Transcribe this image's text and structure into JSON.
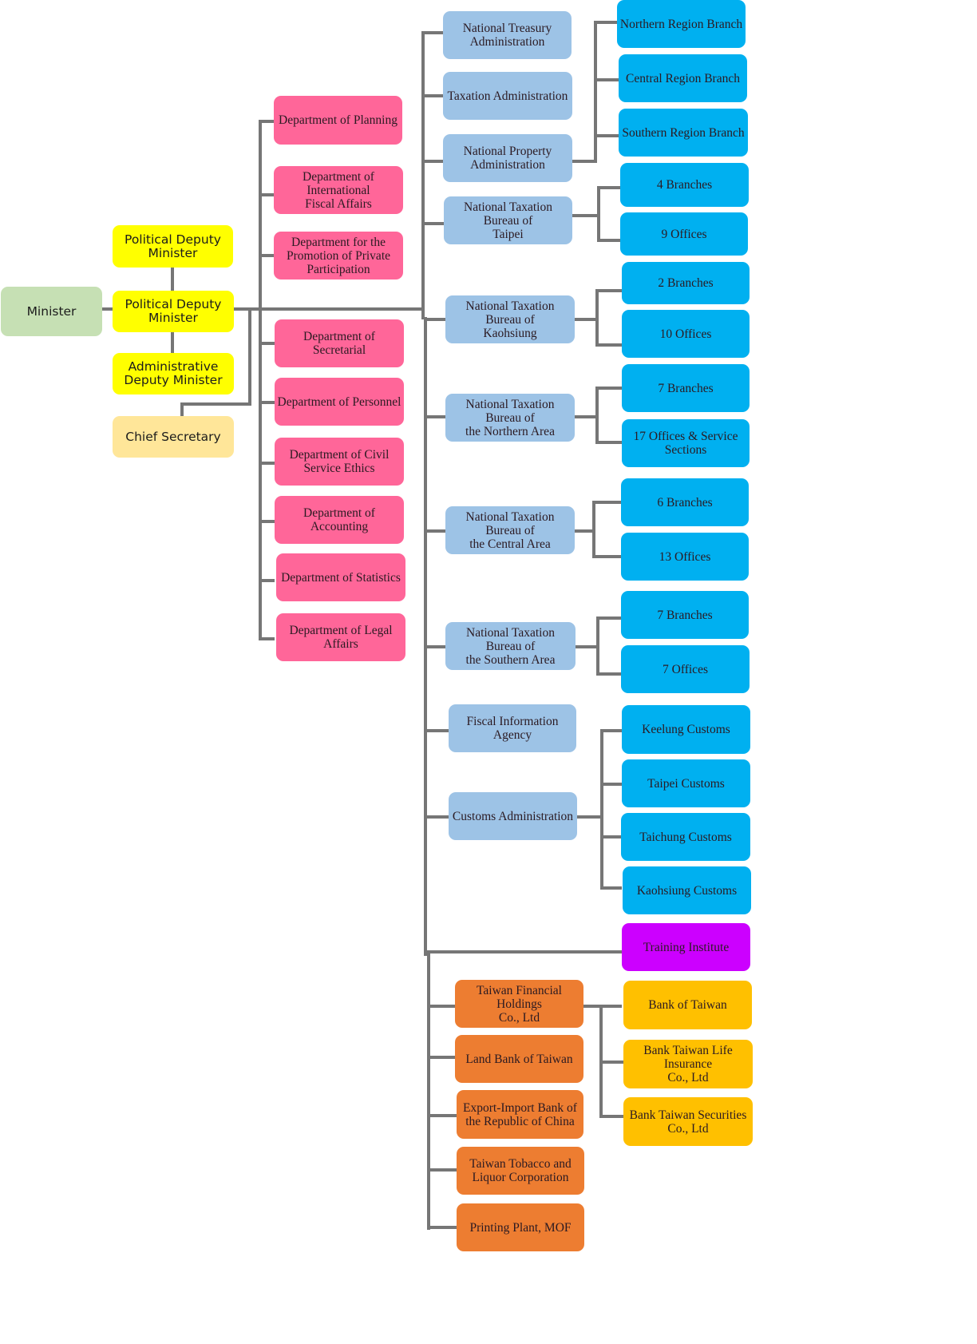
{
  "colors": {
    "connector": "#767676",
    "minister": "#c6e0b4",
    "deputy": "#ffff00",
    "chief_secretary": "#ffe699",
    "department": "#ff6699",
    "agency": "#9dc3e6",
    "sub_unit": "#00b0f0",
    "training": "#cc00ff",
    "enterprise": "#ed7d31",
    "subsidiary": "#ffc000"
  },
  "leadership": {
    "minister": "Minister",
    "political_deputy_1": "Political Deputy\nMinister",
    "political_deputy_2": "Political Deputy\nMinister",
    "administrative_deputy": "Administrative\nDeputy Minister",
    "chief_secretary": "Chief Secretary"
  },
  "departments": [
    "Department of Planning",
    "Department of\nInternational\nFiscal Affairs",
    "Department for the\nPromotion of Private\nParticipation",
    "Department of\nSecretarial",
    "Department of Personnel",
    "Department of Civil\nService Ethics",
    "Department of\nAccounting",
    "Department of Statistics",
    "Department of Legal\nAffairs"
  ],
  "agencies": {
    "treasury": "National Treasury\nAdministration",
    "taxation": "Taxation Administration",
    "property": "National Property\nAdministration",
    "taipei": "National Taxation\nBureau of\nTaipei",
    "kaohsiung": "National Taxation\nBureau of\nKaohsiung",
    "northern": "National Taxation\nBureau of\nthe Northern Area",
    "central": "National Taxation\nBureau of\nthe Central Area",
    "southern": "National Taxation\nBureau of\nthe Southern Area",
    "fiscal_info": "Fiscal Information\nAgency",
    "customs": "Customs Administration"
  },
  "sub_units": {
    "property_branches": [
      "Northern Region Branch",
      "Central Region Branch",
      "Southern Region Branch"
    ],
    "taipei": [
      "4 Branches",
      "9 Offices"
    ],
    "kaohsiung": [
      "2 Branches",
      "10 Offices"
    ],
    "northern": [
      "7 Branches",
      "17 Offices & Service\nSections"
    ],
    "central": [
      "6 Branches",
      "13 Offices"
    ],
    "southern": [
      "7 Branches",
      "7 Offices"
    ],
    "customs": [
      "Keelung Customs",
      "Taipei Customs",
      "Taichung Customs",
      "Kaohsiung Customs"
    ]
  },
  "training_institute": "Training Institute",
  "enterprises": [
    "Taiwan Financial\nHoldings\nCo., Ltd",
    "Land Bank of Taiwan",
    "Export-Import Bank of\nthe Republic of China",
    "Taiwan Tobacco and\nLiquor Corporation",
    "Printing Plant, MOF"
  ],
  "subsidiaries": [
    "Bank of Taiwan",
    "Bank Taiwan Life\nInsurance\nCo., Ltd",
    "Bank Taiwan Securities\nCo., Ltd"
  ]
}
